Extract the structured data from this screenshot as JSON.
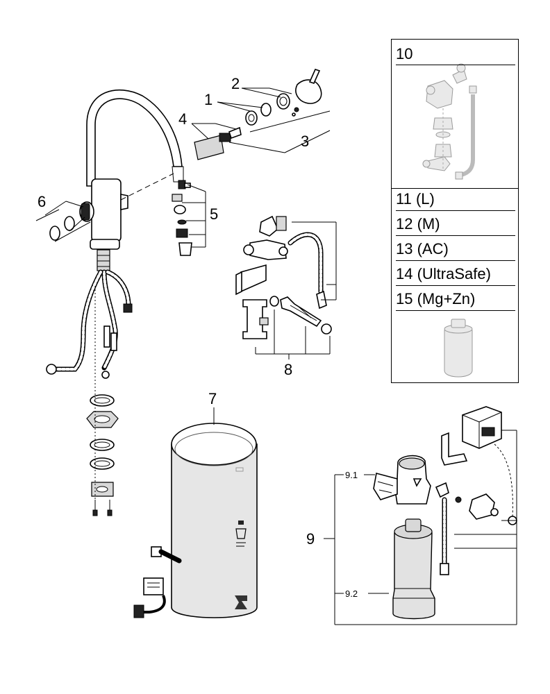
{
  "parts": {
    "p1": "1",
    "p2": "2",
    "p3": "3",
    "p4": "4",
    "p5": "5",
    "p6": "6",
    "p7": "7",
    "p8": "8",
    "p9": "9",
    "p9_1": "9.1",
    "p9_2": "9.2"
  },
  "legend": {
    "header": "10",
    "items": [
      "11 (L)",
      "12 (M)",
      "13 (AC)",
      "14 (UltraSafe)",
      "15 (Mg+Zn)"
    ]
  },
  "colors": {
    "line": "#000000",
    "background": "#ffffff",
    "boiler": "#e6e6e6"
  }
}
